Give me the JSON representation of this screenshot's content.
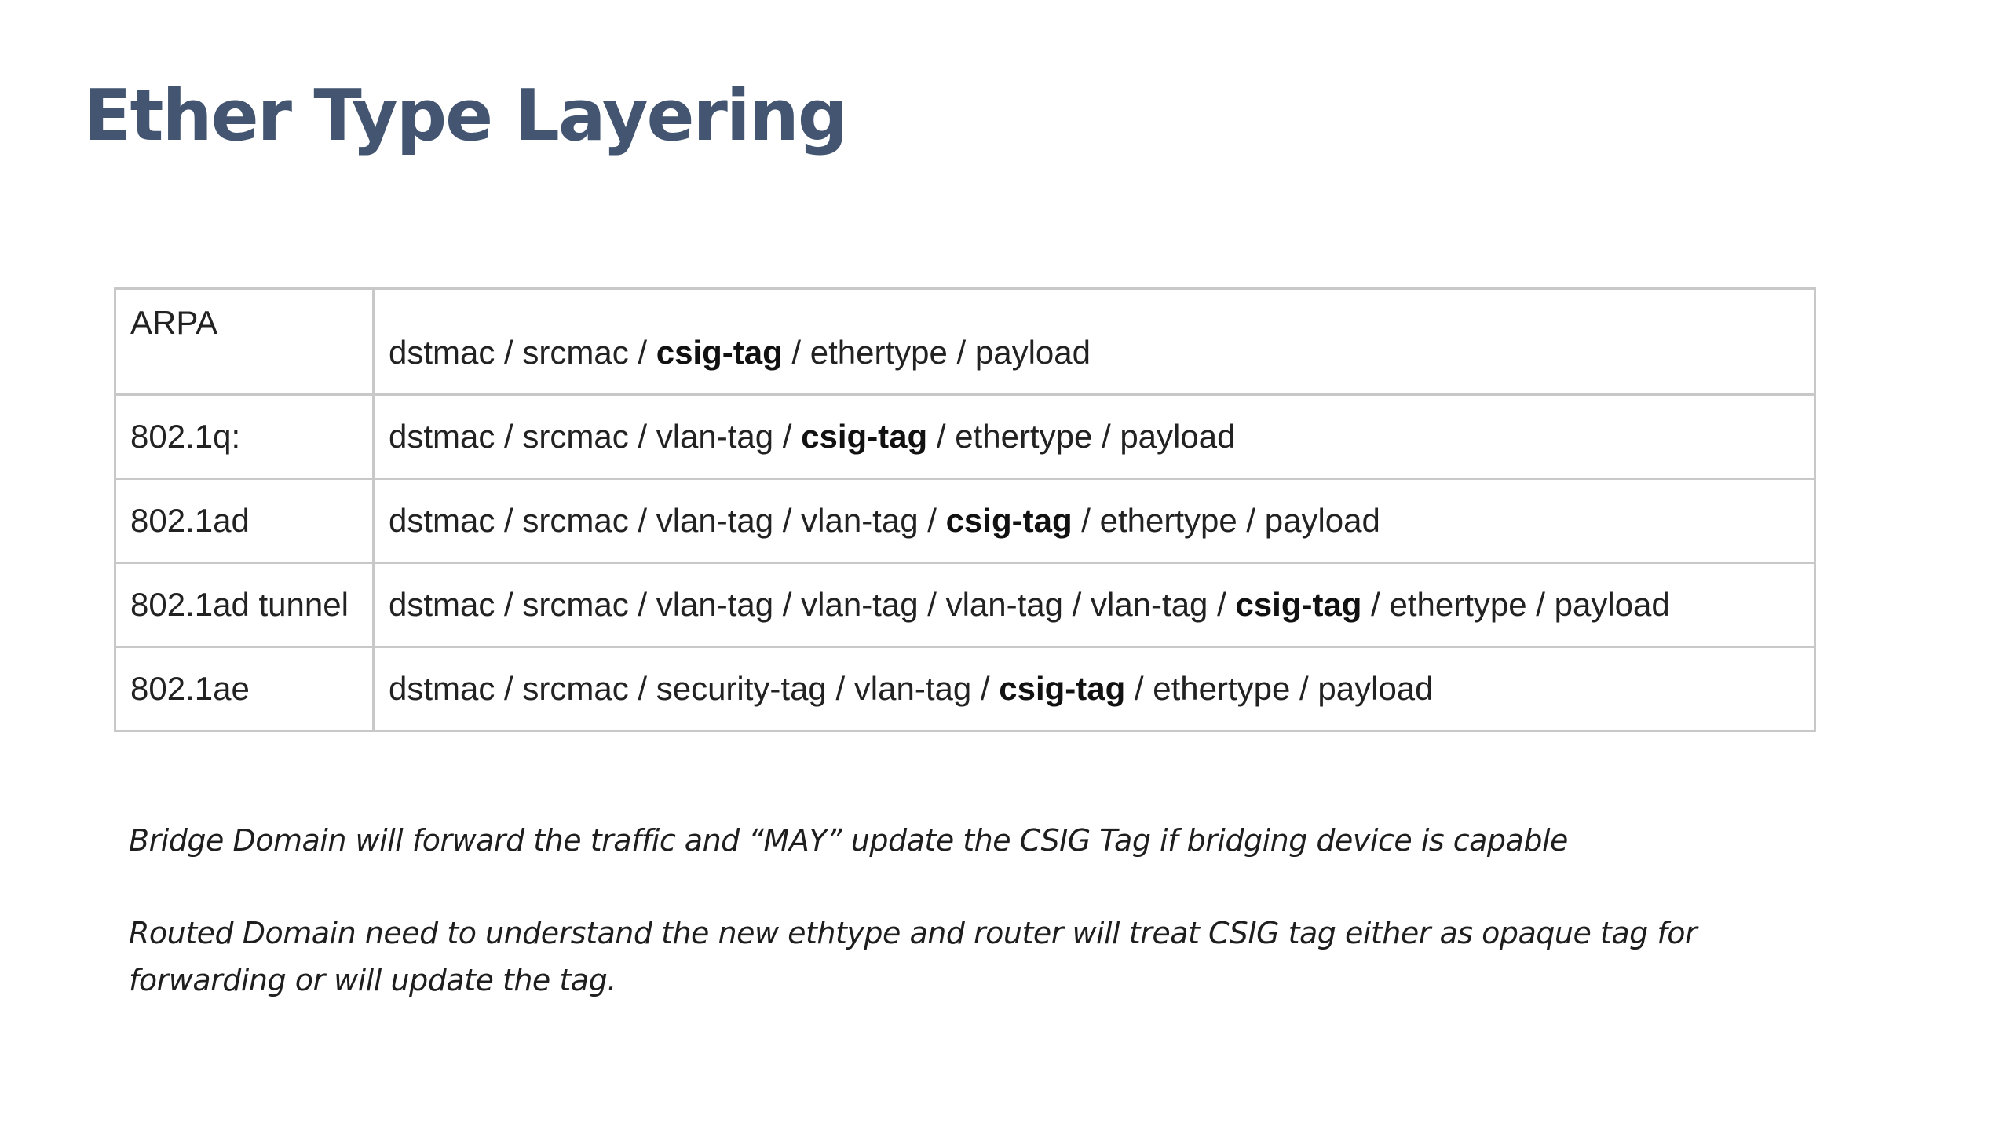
{
  "title": "Ether Type Layering",
  "table": {
    "rows": [
      {
        "protocol": "ARPA",
        "parts": [
          {
            "text": "dstmac / srcmac / ",
            "bold": false
          },
          {
            "text": "csig-tag",
            "bold": true
          },
          {
            "text": " / ethertype / payload",
            "bold": false
          }
        ]
      },
      {
        "protocol": "802.1q:",
        "parts": [
          {
            "text": "dstmac / srcmac / vlan-tag / ",
            "bold": false
          },
          {
            "text": "csig-tag",
            "bold": true
          },
          {
            "text": " / ethertype / payload",
            "bold": false
          }
        ]
      },
      {
        "protocol": "802.1ad",
        "parts": [
          {
            "text": "dstmac / srcmac / vlan-tag / vlan-tag / ",
            "bold": false
          },
          {
            "text": "csig-tag",
            "bold": true
          },
          {
            "text": " / ethertype  / payload",
            "bold": false
          }
        ]
      },
      {
        "protocol": "802.1ad tunnel",
        "parts": [
          {
            "text": "dstmac / srcmac / vlan-tag / vlan-tag / vlan-tag / vlan-tag / ",
            "bold": false
          },
          {
            "text": "csig-tag",
            "bold": true
          },
          {
            "text": " / ethertype / payload",
            "bold": false
          }
        ]
      },
      {
        "protocol": "802.1ae",
        "parts": [
          {
            "text": "dstmac / srcmac / security-tag / vlan-tag / ",
            "bold": false
          },
          {
            "text": "csig-tag",
            "bold": true
          },
          {
            "text": " / ethertype / payload",
            "bold": false
          }
        ]
      }
    ]
  },
  "notes": [
    "Bridge Domain will forward the traffic and “MAY” update the CSIG Tag if bridging device is capable",
    "Routed Domain need to understand the new ethtype and router will treat CSIG tag either as opaque tag for forwarding or will update the tag."
  ]
}
